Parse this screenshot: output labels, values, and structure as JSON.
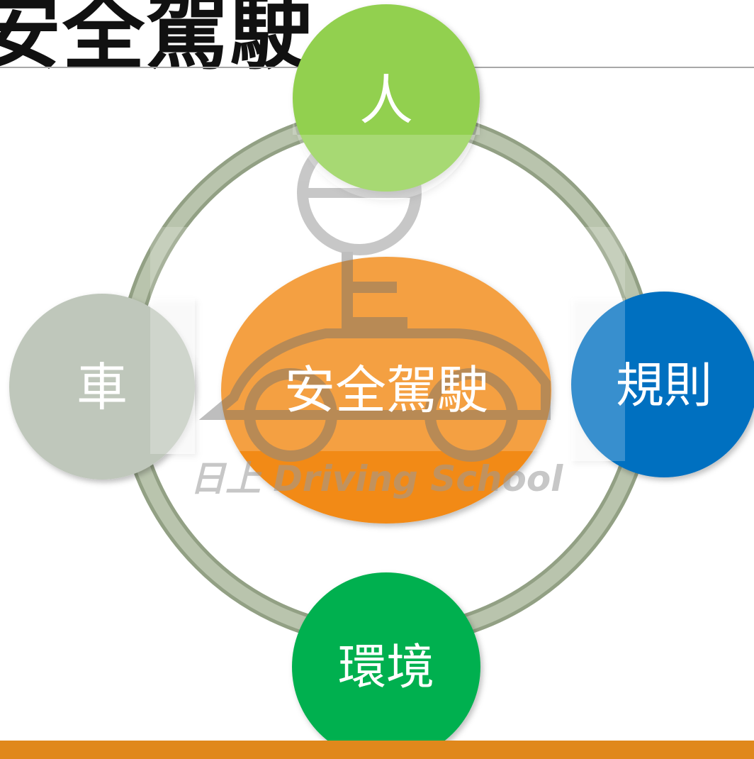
{
  "title": "安全駕駛",
  "diagram": {
    "center_label": "安全駕駛",
    "nodes": [
      {
        "id": "person",
        "label": "人",
        "color": "#92d050"
      },
      {
        "id": "rules",
        "label": "規則",
        "color": "#0070c0"
      },
      {
        "id": "environment",
        "label": "環境",
        "color": "#00b050"
      },
      {
        "id": "vehicle",
        "label": "車",
        "color": "#bfc7bb"
      }
    ],
    "center_color": "#f28a18",
    "ring_color": "#a6b39a"
  },
  "watermark": {
    "text": "日上 Driving School"
  },
  "colors": {
    "bottom_bar": "#e0881c",
    "rule": "#a8a8a8"
  }
}
